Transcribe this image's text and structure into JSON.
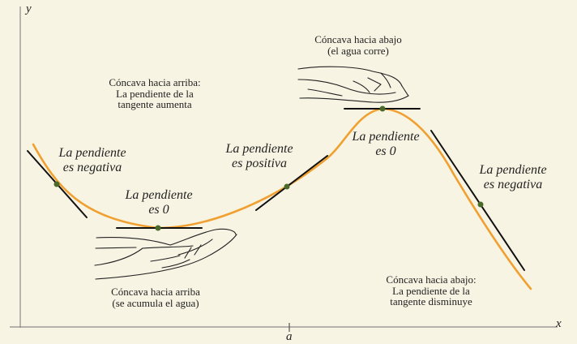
{
  "axes": {
    "x_label": "x",
    "y_label": "y",
    "tick_label": "a"
  },
  "curve": {
    "color": "#f0a030",
    "tangent_color": "#111111",
    "point_color": "#4a6a2a"
  },
  "annotations": {
    "slope_negative_left": "La pendiente\nes negativa",
    "slope_zero_min": "La pendiente\nes 0",
    "slope_positive": "La pendiente\nes positiva",
    "slope_zero_max": "La pendiente\nes 0",
    "slope_negative_right": "La pendiente\nes negativa",
    "concave_up_slope": "Cóncava hacia arriba:\nLa pendiente de la\ntangente aumenta",
    "concave_up_water": "Cóncava hacia arriba\n(se acumula el agua)",
    "concave_down_water": "Cóncava hacia abajo\n(el agua corre)",
    "concave_down_slope": "Cóncava hacia abajo:\nLa pendiente de la\ntangente disminuye"
  },
  "icons": {
    "cupped_hand": "cupped-hand-icon",
    "downturned_hand": "downturned-hand-icon"
  }
}
